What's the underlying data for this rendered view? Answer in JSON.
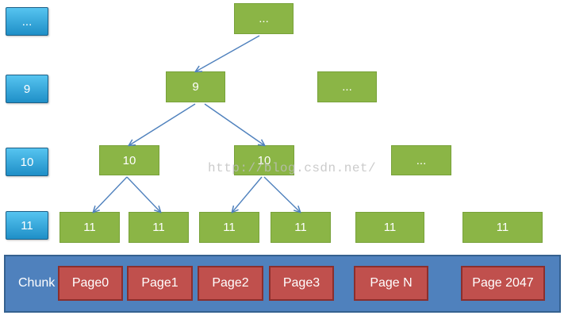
{
  "levels": [
    {
      "label": "..."
    },
    {
      "label": "9"
    },
    {
      "label": "10"
    },
    {
      "label": "11"
    }
  ],
  "nodes": {
    "root": "...",
    "level9": [
      "9",
      "..."
    ],
    "level10": [
      "10",
      "10",
      "..."
    ],
    "level11": [
      "11",
      "11",
      "11",
      "11",
      "11",
      "11"
    ]
  },
  "chunk": {
    "label": "Chunk",
    "pages": [
      "Page0",
      "Page1",
      "Page2",
      "Page3",
      "Page N",
      "Page 2047"
    ]
  },
  "watermark": "http://blog.csdn.net/",
  "colors": {
    "level_blue": "#2aa3d8",
    "node_green": "#8bb546",
    "chunk_blue": "#4f81bd",
    "page_red": "#c0504d",
    "edge_blue": "#4f81bd"
  }
}
